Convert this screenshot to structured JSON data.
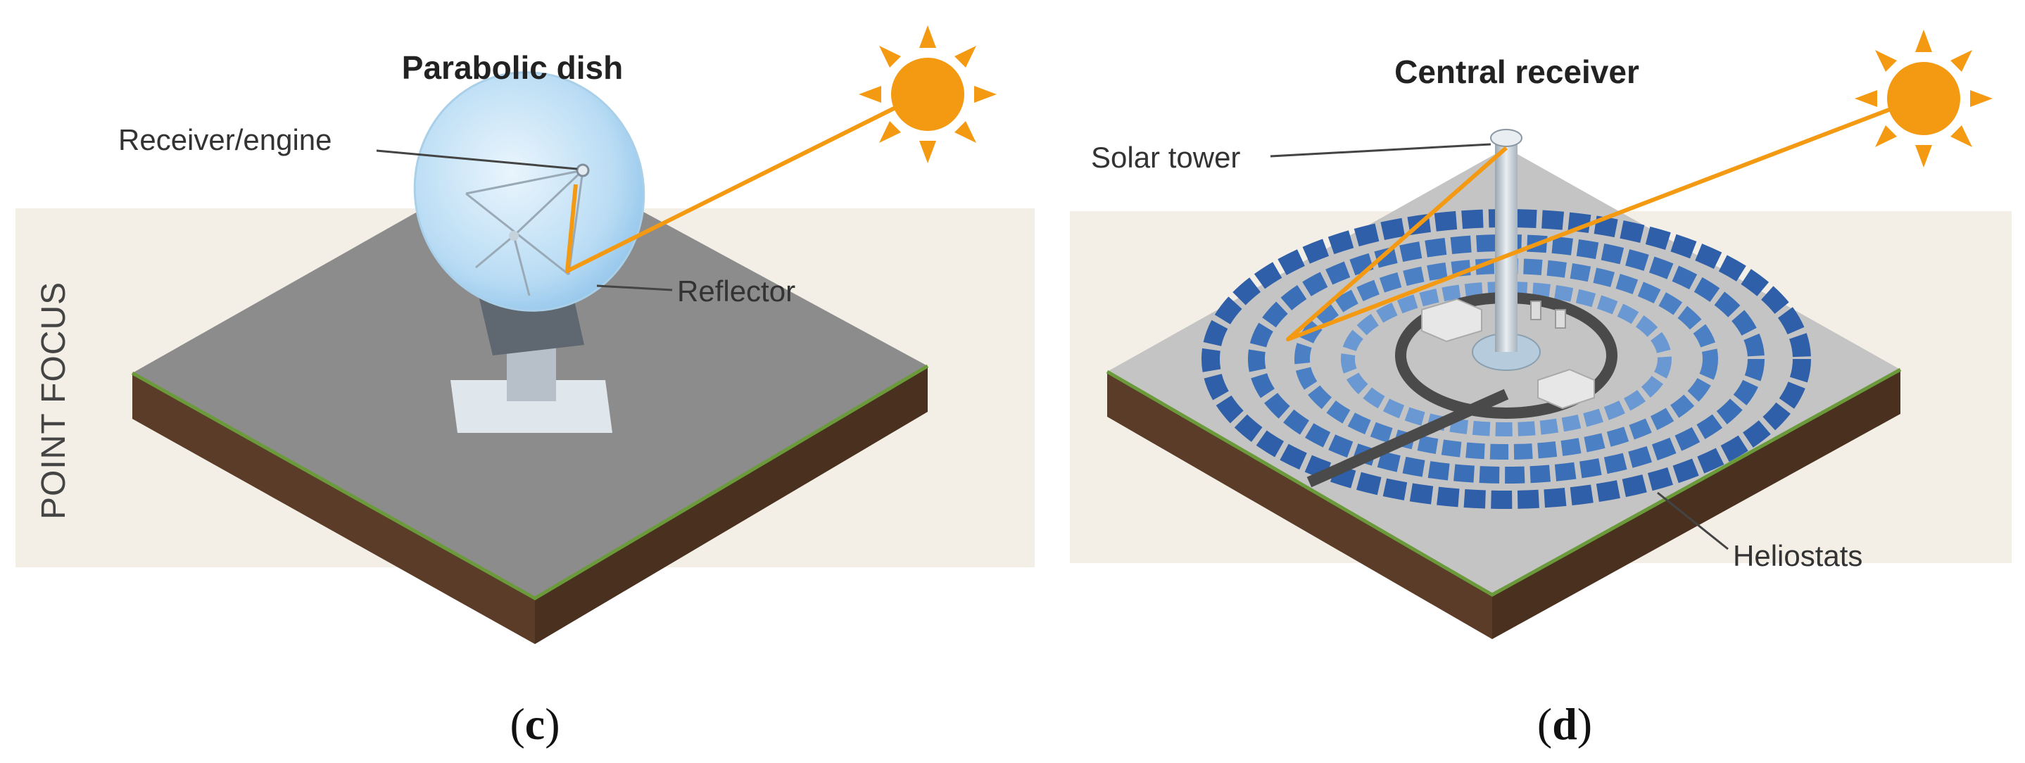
{
  "left_panel": {
    "title": "Parabolic dish",
    "side_label": "POINT FOCUS",
    "labels": {
      "receiver": "Receiver/engine",
      "reflector": "Reflector"
    },
    "caption_letter": "c"
  },
  "right_panel": {
    "title": "Central receiver",
    "labels": {
      "tower": "Solar tower",
      "heliostats": "Heliostats"
    },
    "caption_letter": "d"
  },
  "colors": {
    "background_band": "#f3efe6",
    "ground_top": "#8c8c8c",
    "ground_top_right": "#c4c4c4",
    "soil": "#5a3c28",
    "grass_edge": "#6a9a3a",
    "sun": "#f39a12",
    "sun_ray": "#f39a12",
    "dish": "#cfe6f6",
    "heliostat": "#3a6fb8"
  }
}
